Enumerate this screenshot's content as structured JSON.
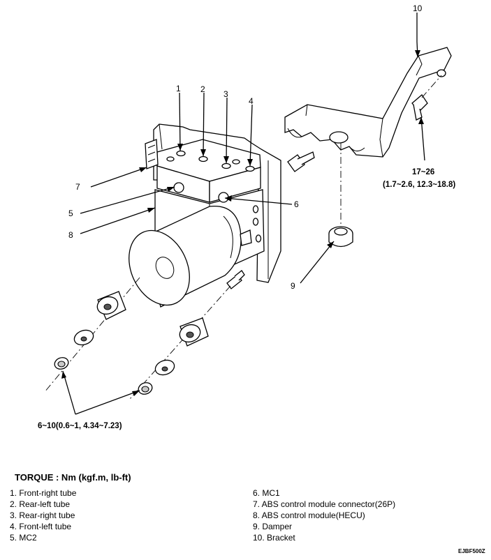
{
  "callouts": {
    "c1": "1",
    "c2": "2",
    "c3": "3",
    "c4": "4",
    "c5": "5",
    "c6": "6",
    "c7": "7",
    "c8": "8",
    "c9": "9",
    "c10": "10"
  },
  "torque_values": {
    "bracket_bolt": {
      "nm": "17~26",
      "detail": "(1.7~2.6, 12.3~18.8)"
    },
    "mount_nuts": "6~10(0.6~1, 4.34~7.23)"
  },
  "torque_heading": "TORQUE : Nm (kgf.m, lb-ft)",
  "legend": {
    "left": [
      "1. Front-right tube",
      "2. Rear-left tube",
      "3. Rear-right tube",
      "4. Front-left tube",
      "5. MC2"
    ],
    "right": [
      "6. MC1",
      "7. ABS control module connector(26P)",
      "8. ABS control module(HECU)",
      "9. Damper",
      "10. Bracket"
    ]
  },
  "figure_code": "EJBF500Z"
}
